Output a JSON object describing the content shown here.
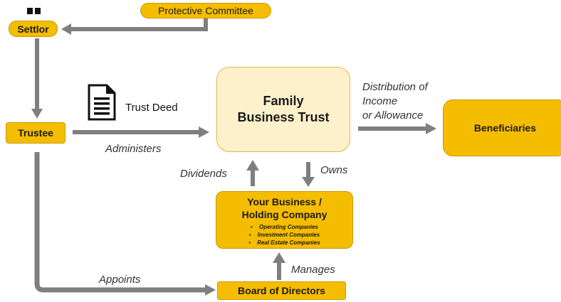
{
  "nodes": {
    "protective_committee": "Protective Committee",
    "settlor": "Settlor",
    "trustee": "Trustee",
    "family_trust": "Family Business Trust",
    "beneficiaries": "Beneficiaries",
    "business_title": "Your Business / Holding Company",
    "business_items": [
      "Operating Companies",
      "Investment Companies",
      "Real Estate Companies"
    ],
    "board": "Board of Directors"
  },
  "edges": {
    "trust_deed": "Trust Deed",
    "administers": "Administers",
    "distribution": [
      "Distribution of",
      "Income",
      "or Allowance"
    ],
    "dividends": "Dividends",
    "owns": "Owns",
    "manages": "Manages",
    "appoints": "Appoints"
  },
  "colors": {
    "box_fill": "#f5bd00",
    "trust_fill": "#fdf1cc",
    "arrow": "#7f7f7f",
    "text": "#1a1a1a"
  },
  "icons": [
    "document-icon"
  ]
}
